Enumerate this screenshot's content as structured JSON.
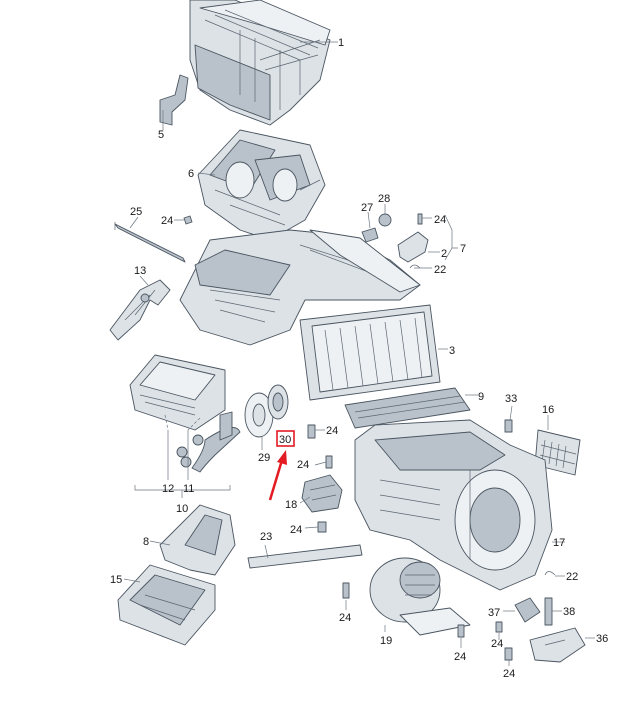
{
  "diagram": {
    "callouts": [
      {
        "id": "p1",
        "label": "1"
      },
      {
        "id": "p5",
        "label": "5"
      },
      {
        "id": "p6",
        "label": "6"
      },
      {
        "id": "p24a",
        "label": "24"
      },
      {
        "id": "p25",
        "label": "25"
      },
      {
        "id": "p13",
        "label": "13"
      },
      {
        "id": "p27",
        "label": "27"
      },
      {
        "id": "p28",
        "label": "28"
      },
      {
        "id": "p24b",
        "label": "24"
      },
      {
        "id": "p2",
        "label": "2"
      },
      {
        "id": "p7",
        "label": "7"
      },
      {
        "id": "p22a",
        "label": "22"
      },
      {
        "id": "p3",
        "label": "3"
      },
      {
        "id": "p9",
        "label": "9"
      },
      {
        "id": "p33",
        "label": "33"
      },
      {
        "id": "p16",
        "label": "16"
      },
      {
        "id": "p24c",
        "label": "24"
      },
      {
        "id": "p29",
        "label": "29"
      },
      {
        "id": "p30",
        "label": "30"
      },
      {
        "id": "p24d",
        "label": "24"
      },
      {
        "id": "p12",
        "label": "12"
      },
      {
        "id": "p11",
        "label": "11"
      },
      {
        "id": "p10",
        "label": "10"
      },
      {
        "id": "p18",
        "label": "18"
      },
      {
        "id": "p24e",
        "label": "24"
      },
      {
        "id": "p8",
        "label": "8"
      },
      {
        "id": "p23",
        "label": "23"
      },
      {
        "id": "p17",
        "label": "17"
      },
      {
        "id": "p22b",
        "label": "22"
      },
      {
        "id": "p15",
        "label": "15"
      },
      {
        "id": "p24f",
        "label": "24"
      },
      {
        "id": "p37",
        "label": "37"
      },
      {
        "id": "p38",
        "label": "38"
      },
      {
        "id": "p24g",
        "label": "24"
      },
      {
        "id": "p36",
        "label": "36"
      },
      {
        "id": "p19",
        "label": "19"
      },
      {
        "id": "p24h",
        "label": "24"
      },
      {
        "id": "p24i",
        "label": "24"
      }
    ],
    "highlighted_callout": "30",
    "colors": {
      "highlight": "#e31b23",
      "part_fill": "#dde2e7",
      "part_stroke": "#4a5560"
    }
  }
}
